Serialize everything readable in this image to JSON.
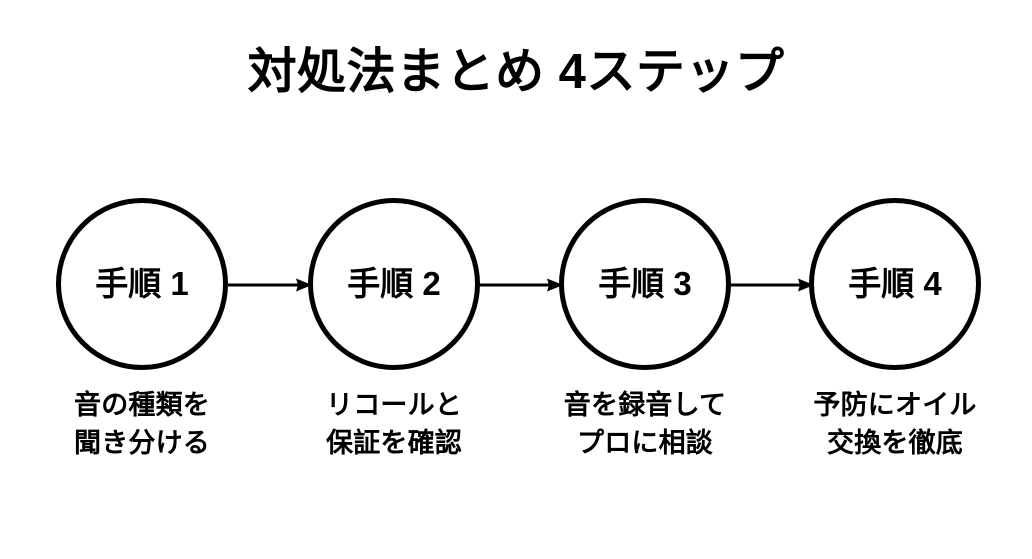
{
  "page": {
    "background_color": "#ffffff",
    "foreground_color": "#000000"
  },
  "title": "対処法まとめ 4ステップ",
  "flow": {
    "arrow_icon_name": "arrow-right-icon",
    "steps": [
      {
        "circle_label": "手順 1",
        "caption_line1": "音の種類を",
        "caption_line2": "聞き分ける"
      },
      {
        "circle_label": "手順 2",
        "caption_line1": "リコールと",
        "caption_line2": "保証を確認"
      },
      {
        "circle_label": "手順 3",
        "caption_line1": "音を録音して",
        "caption_line2": "プロに相談"
      },
      {
        "circle_label": "手順 4",
        "caption_line1": "予防にオイル",
        "caption_line2": "交換を徹底"
      }
    ]
  }
}
